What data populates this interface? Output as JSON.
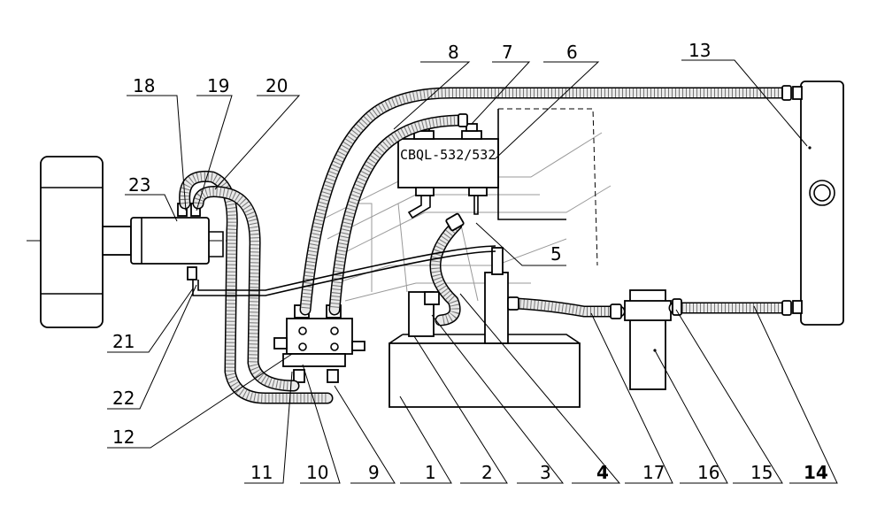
{
  "diagram": {
    "pump_label": "CBQL-532/532",
    "part_numbers": {
      "n1": "1",
      "n2": "2",
      "n3": "3",
      "n4": "4",
      "n5": "5",
      "n6": "6",
      "n7": "7",
      "n8": "8",
      "n9": "9",
      "n10": "10",
      "n11": "11",
      "n12": "12",
      "n13": "13",
      "n14": "14",
      "n15": "15",
      "n16": "16",
      "n17": "17",
      "n18": "18",
      "n19": "19",
      "n20": "20",
      "n21": "21",
      "n22": "22",
      "n23": "23"
    }
  }
}
